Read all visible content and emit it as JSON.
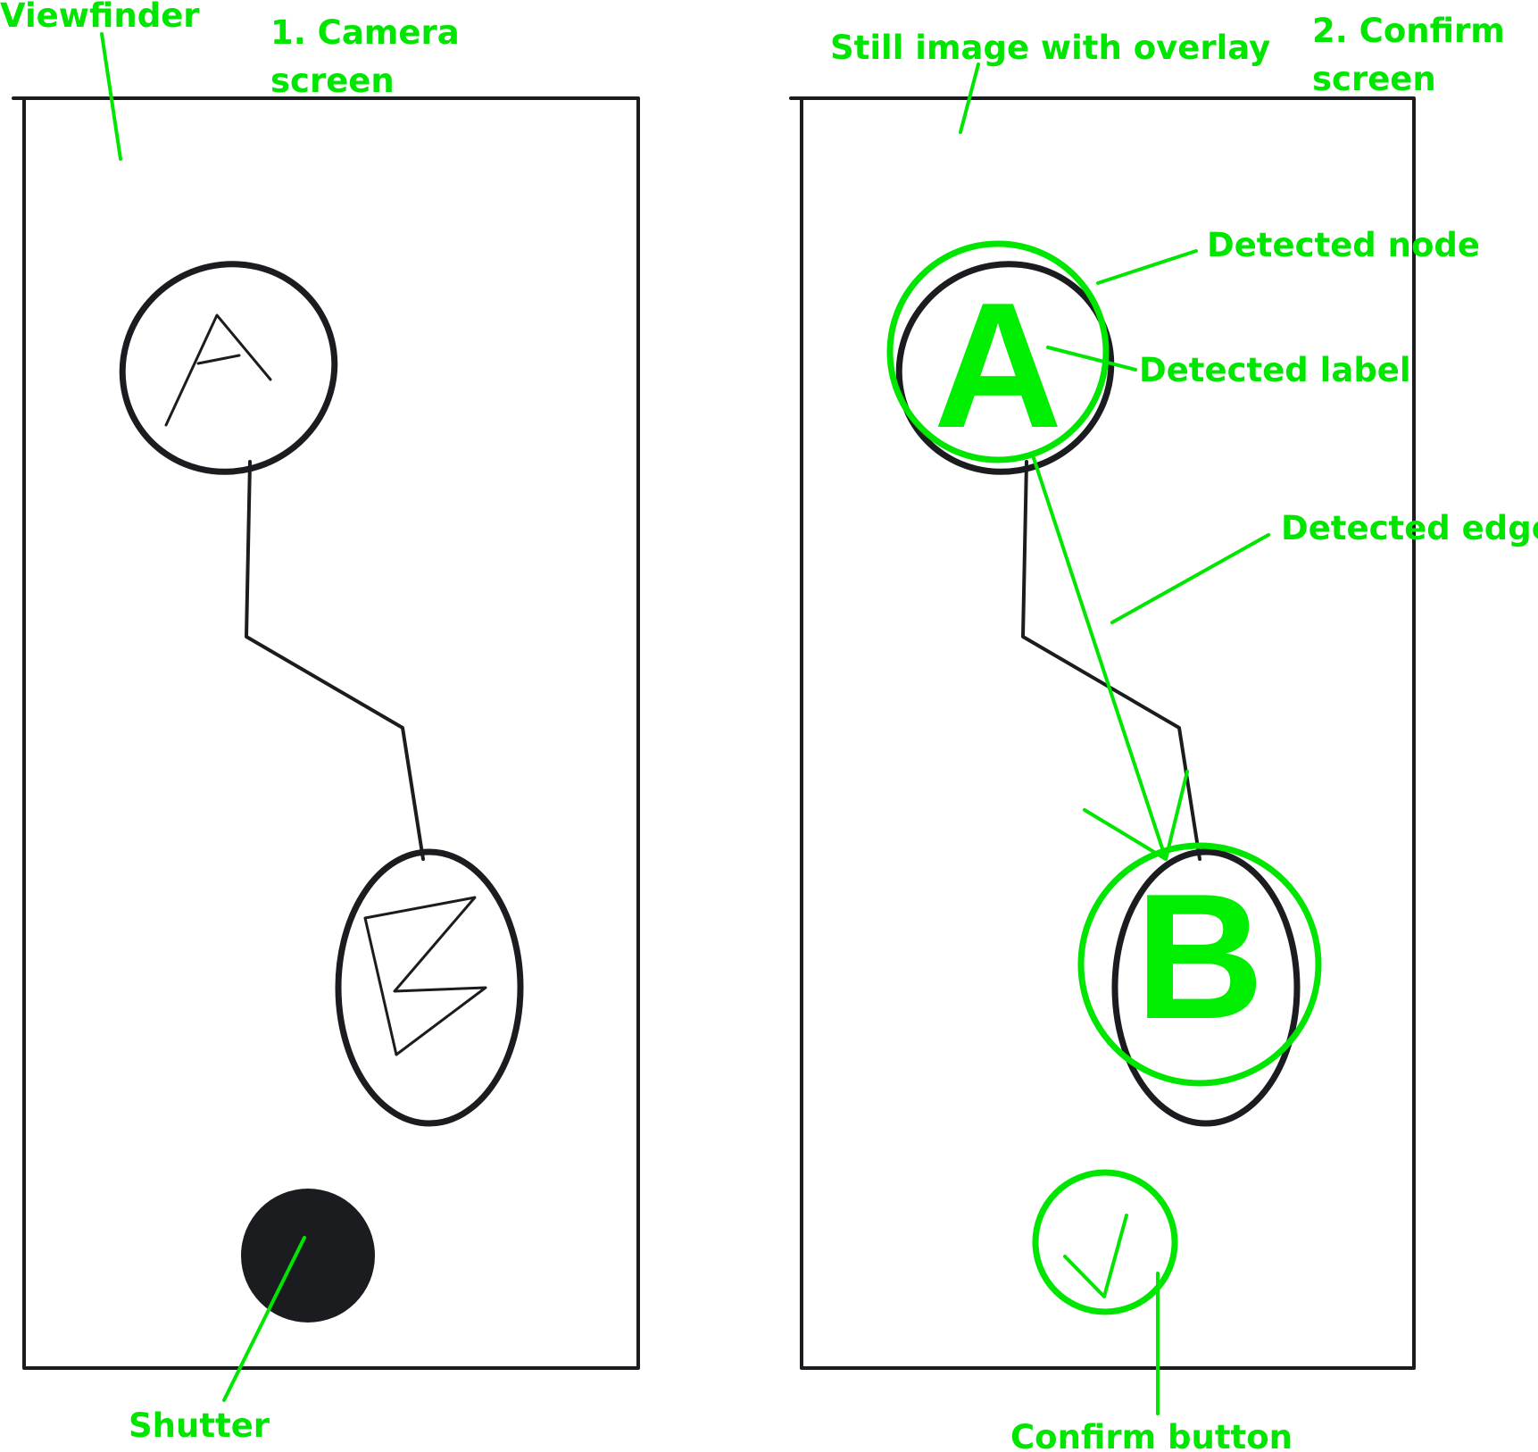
{
  "annotations": {
    "viewfinder": "Viewfinder",
    "camera_screen_line1": "1. Camera",
    "camera_screen_line2": "screen",
    "still_image": "Still image with overlay",
    "confirm_screen_line1": "2. Confirm",
    "confirm_screen_line2": "screen",
    "detected_node": "Detected node",
    "detected_label": "Detected label",
    "detected_edge": "Detected edge",
    "shutter": "Shutter",
    "confirm_button": "Confirm button"
  },
  "overlay": {
    "node_a_label": "A",
    "node_b_label": "B"
  },
  "colors": {
    "annotation": "#00e600",
    "ink": "#1a1c1f",
    "background": "#ffffff"
  },
  "icons": {
    "shutter": "filled-circle",
    "confirm": "checkmark-in-circle"
  }
}
